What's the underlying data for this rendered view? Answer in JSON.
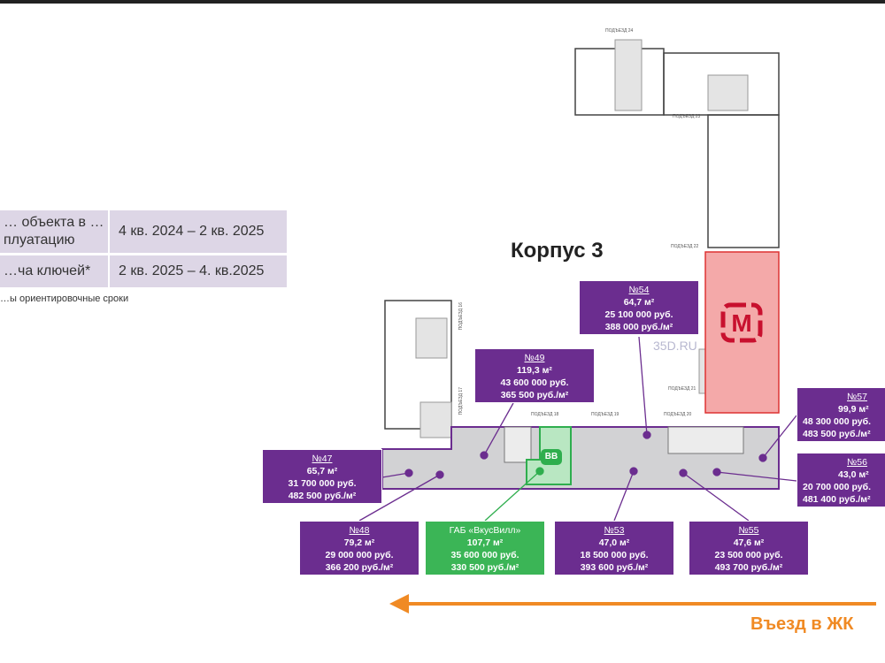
{
  "schedule": {
    "rows": [
      {
        "label": "… объекта в …плуатацию",
        "value": "4 кв. 2024 – 2 кв. 2025"
      },
      {
        "label": "…ча ключей*",
        "value": "2 кв. 2025 – 4. кв.2025"
      }
    ],
    "footnote": "…ы ориентировочные сроки"
  },
  "building_title": "Корпус 3",
  "entrances": [
    "ПОДЪЕЗД 24",
    "ПОДЪЕЗД 23",
    "ПОДЪЕЗД 22",
    "ПОДЪЕЗД 21",
    "ПОДЪЕЗД 20",
    "ПОДЪЕЗД 19",
    "ПОДЪЕЗД 18",
    "ПОДЪЕЗД 17",
    "ПОДЪЕЗД 16"
  ],
  "units": [
    {
      "id": "54",
      "num": "№54",
      "area": "64,7 м²",
      "price": "25 100 000 руб.",
      "per_m2": "388 000 руб./м²"
    },
    {
      "id": "49",
      "num": "№49",
      "area": "119,3 м²",
      "price": "43 600 000 руб.",
      "per_m2": "365 500 руб./м²"
    },
    {
      "id": "47",
      "num": "№47",
      "area": "65,7 м²",
      "price": "31 700 000 руб.",
      "per_m2": "482 500 руб./м²"
    },
    {
      "id": "48",
      "num": "№48",
      "area": "79,2 м²",
      "price": "29 000 000 руб.",
      "per_m2": "366 200 руб./м²"
    },
    {
      "id": "vv",
      "num": "ГАБ «ВкусВилл»",
      "area": "107,7 м²",
      "price": "35 600 000 руб.",
      "per_m2": "330 500 руб./м²"
    },
    {
      "id": "53",
      "num": "№53",
      "area": "47,0 м²",
      "price": "18 500 000 руб.",
      "per_m2": "393 600 руб./м²"
    },
    {
      "id": "55",
      "num": "№55",
      "area": "47,6 м²",
      "price": "23 500 000 руб.",
      "per_m2": "493 700 руб./м²"
    },
    {
      "id": "57",
      "num": "№57",
      "area": "99,9 м²",
      "price": "48 300 000 руб.",
      "per_m2": "483 500 руб./м²"
    },
    {
      "id": "56",
      "num": "№56",
      "area": "43,0 м²",
      "price": "20 700 000 руб.",
      "per_m2": "481 400 руб./м²"
    }
  ],
  "vkusvill_badge": "ВВ",
  "magnit_logo": "М",
  "watermark": "35D.RU",
  "entry_label": "Въезд в ЖК",
  "colors": {
    "purple": "#6b2d8f",
    "green": "#3bb556",
    "red": "#e06060",
    "orange": "#f08a24",
    "table": "#ddd6e6"
  }
}
